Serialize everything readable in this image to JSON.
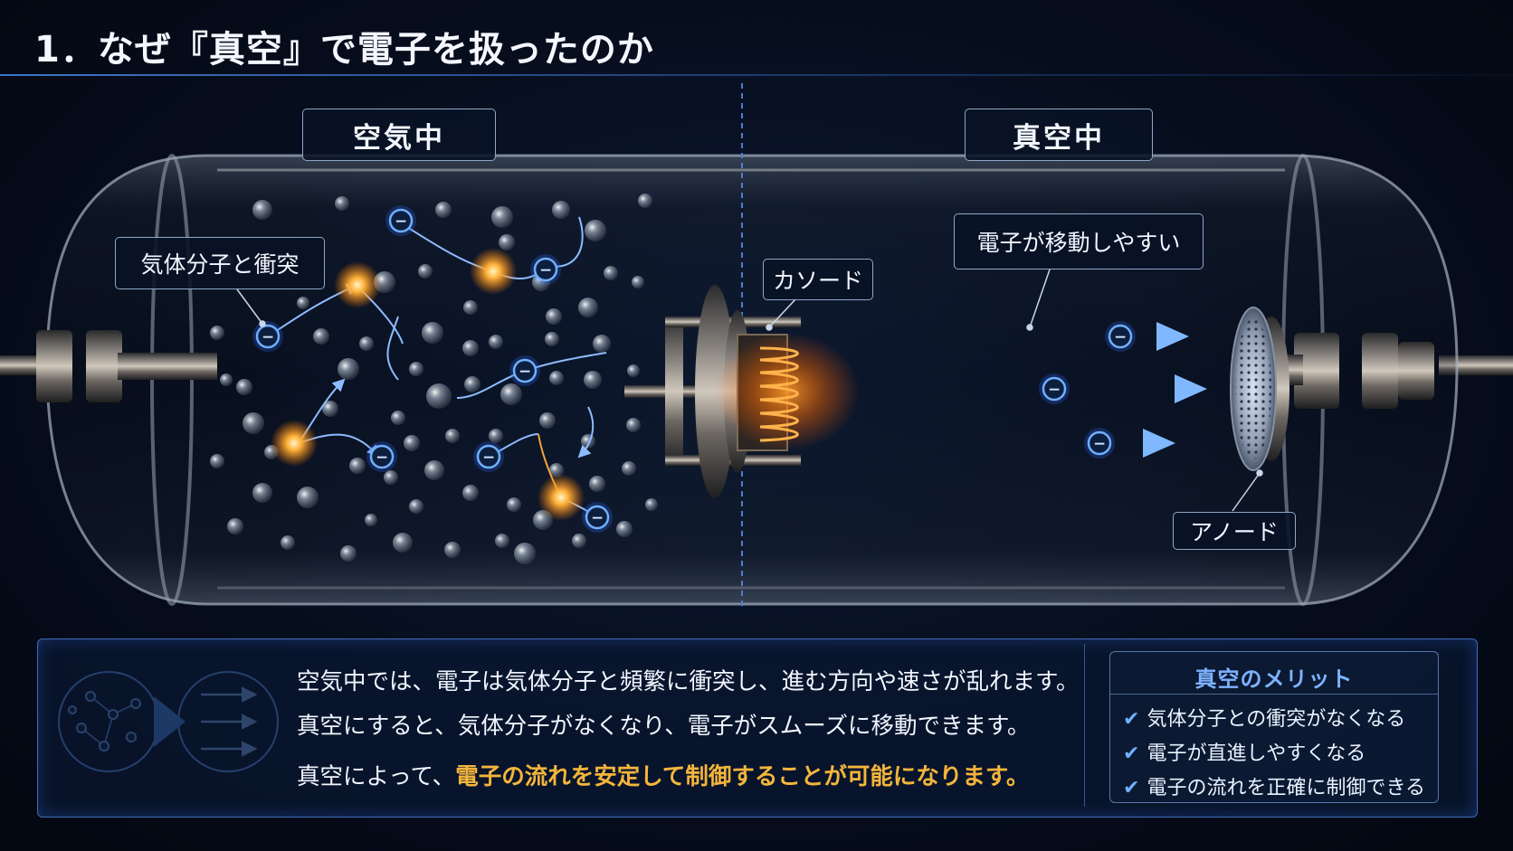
{
  "title": "1．なぜ『真空』で電子を扱ったのか",
  "sections": {
    "air_label": "空気中",
    "vacuum_label": "真空中"
  },
  "callouts": {
    "collision": "気体分子と衝突",
    "cathode": "カソード",
    "easy_move": "電子が移動しやすい",
    "anode": "アノード"
  },
  "electron_symbol": "−",
  "description": {
    "line1": "空気中では、電子は気体分子と頻繁に衝突し、進む方向や速さが乱れます。",
    "line2": "真空にすると、気体分子がなくなり、電子がスムーズに移動できます。",
    "line3_prefix": "真空によって、",
    "line3_highlight": "電子の流れを安定して制御することが可能になります。"
  },
  "merits": {
    "title": "真空のメリット",
    "items": [
      "気体分子との衝突がなくなる",
      "電子が直進しやすくなる",
      "電子の流れを正確に制御できる"
    ]
  },
  "colors": {
    "accent_blue": "#4f9bff",
    "highlight_orange": "#f3b53c",
    "filament_orange": "#ff8a1e"
  }
}
